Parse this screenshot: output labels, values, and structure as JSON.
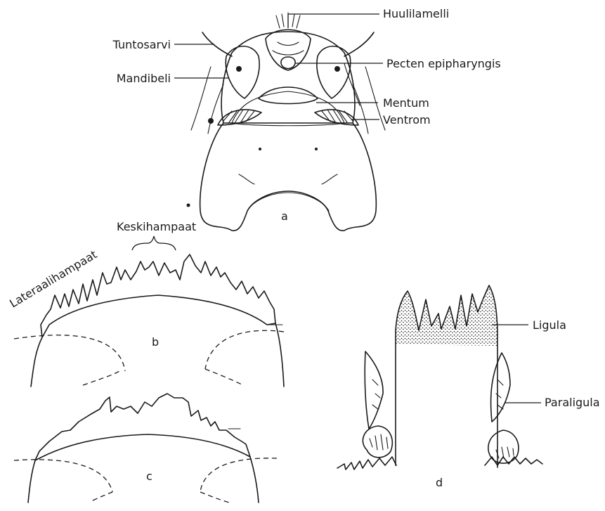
{
  "panel_a": {
    "letter": "a",
    "labels": {
      "labrum": "Huulilamelli",
      "antenna": "Tuntosarvi",
      "mandible": "Mandibeli",
      "pecten": "Pecten epipharyngis",
      "mentum": "Mentum",
      "ventrom": "Ventrom"
    }
  },
  "panel_b": {
    "letter": "b",
    "labels": {
      "median_teeth": "Keskihampaat",
      "lateral_teeth": "Lateraalihampaat"
    }
  },
  "panel_c": {
    "letter": "c"
  },
  "panel_d": {
    "letter": "d",
    "labels": {
      "ligula": "Ligula",
      "paraligula": "Paraligula"
    }
  }
}
